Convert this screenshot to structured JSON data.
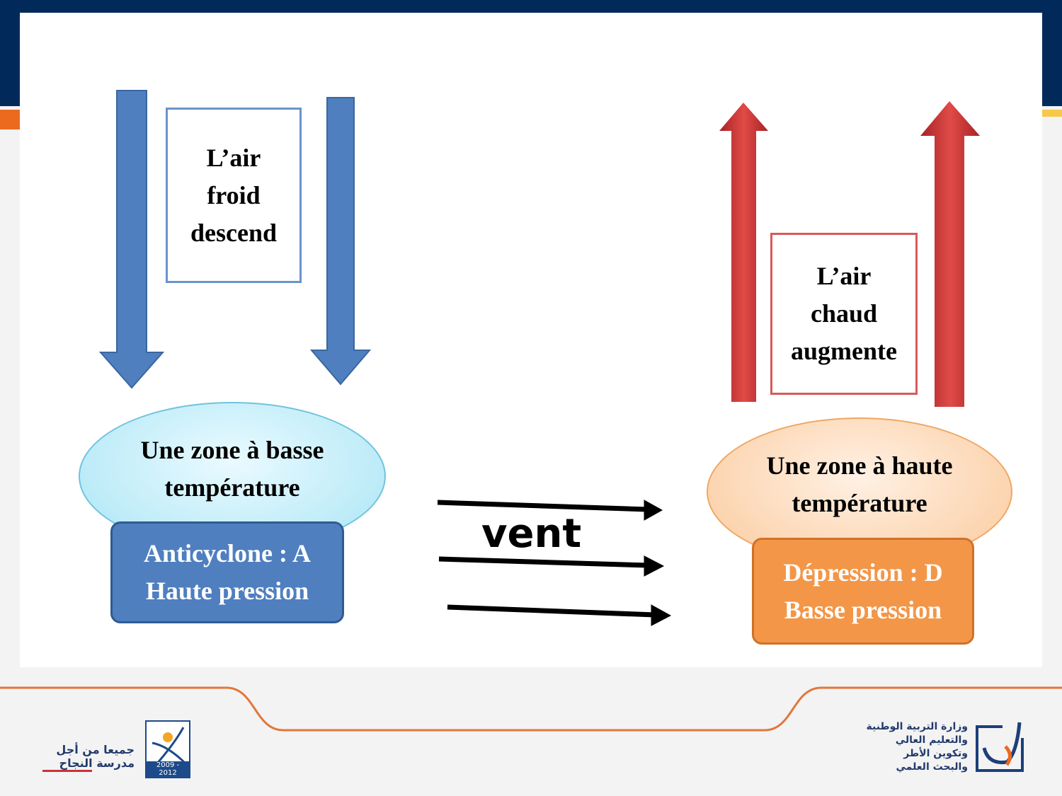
{
  "left": {
    "box_lines": [
      "L’air",
      "froid",
      "descend"
    ],
    "oval_lines": [
      "Une zone à basse",
      "température"
    ],
    "pill_lines": [
      "Anticyclone : A",
      "Haute pression"
    ]
  },
  "right": {
    "box_lines": [
      "L’air",
      "chaud",
      "augmente"
    ],
    "oval_lines": [
      "Une zone à haute",
      "température"
    ],
    "pill_lines": [
      "Dépression : D",
      "Basse pression"
    ]
  },
  "wind_label": "vent",
  "footer": {
    "left_logo_lines": [
      "جميعا من أجل",
      "مدرسة النجاح"
    ],
    "left_logo_years": "2009 - 2012",
    "right_logo_lines": [
      "وزارة التربية الوطنية",
      "والتعليم العالي",
      "وتكوين الأطر",
      "والبحث العلمي"
    ]
  },
  "colors": {
    "navy": "#012a5a",
    "blue": "#4f7fbf",
    "red": "#c9393a",
    "orange": "#f39647"
  }
}
